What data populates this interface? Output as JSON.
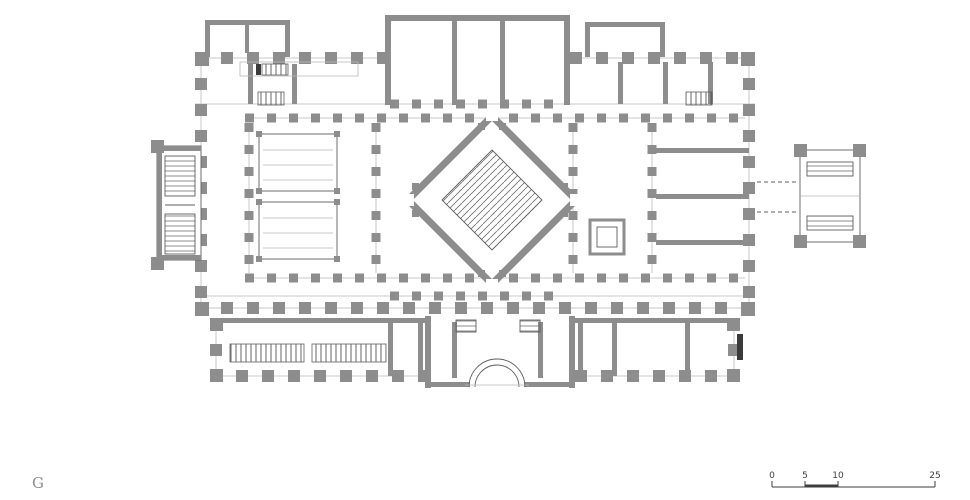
{
  "sheet": {
    "label": "G"
  },
  "scale_bar": {
    "ticks": [
      "0",
      "5",
      "10",
      "25"
    ]
  },
  "colors": {
    "bg": "#ffffff",
    "wall": "#8d8d8d",
    "line": "#5f5f5f",
    "light": "#b9b9b9",
    "text": "#3e3e3e"
  }
}
